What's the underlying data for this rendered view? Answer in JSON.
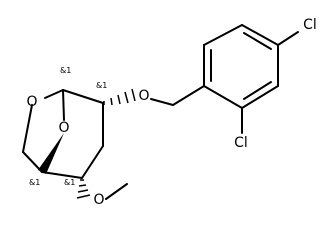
{
  "atoms": {
    "o_ring": "O",
    "o_bridge": "O",
    "o_ether": "O",
    "o_methoxy": "O",
    "cl_para": "Cl",
    "cl_ortho": "Cl"
  },
  "stereo_labels": {
    "c1": "&1",
    "c2": "&1",
    "c4": "&1",
    "c5": "&1"
  }
}
